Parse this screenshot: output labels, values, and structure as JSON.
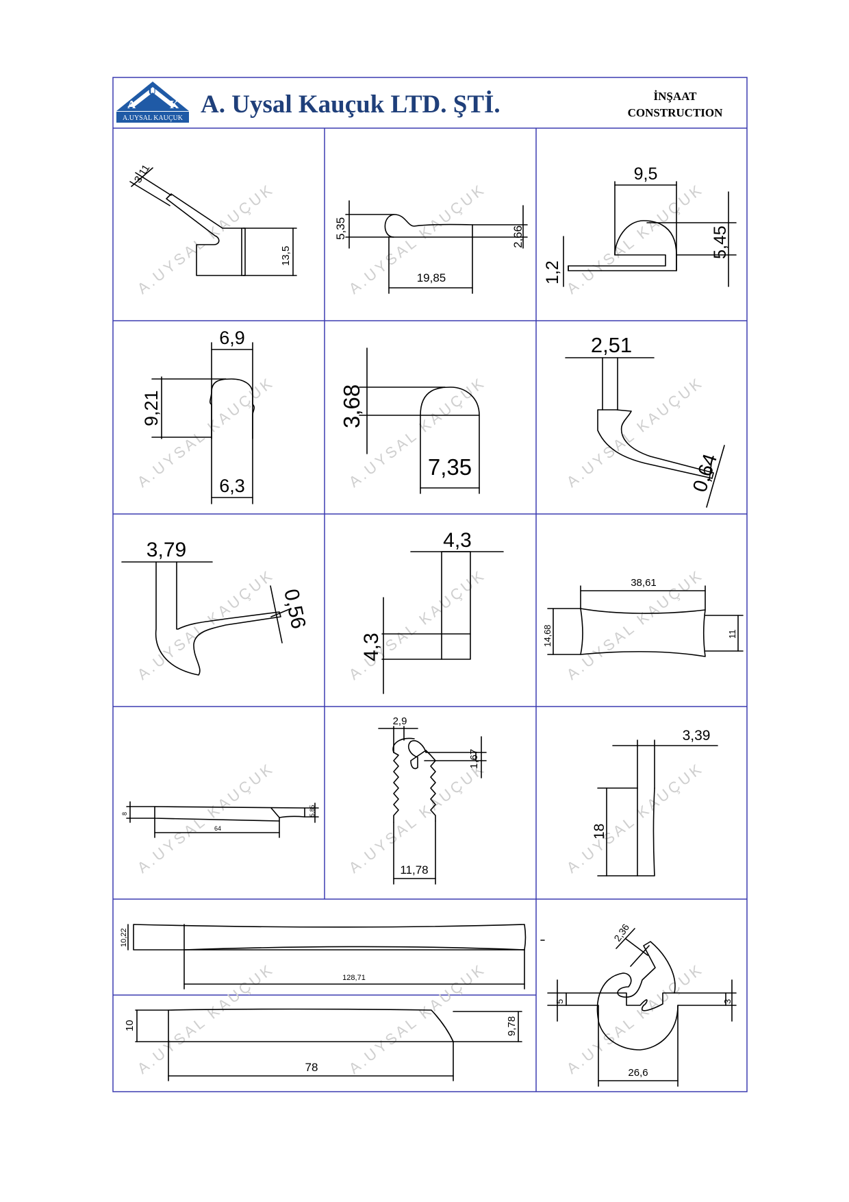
{
  "header": {
    "company": "A. Uysal Kauçuk LTD. ŞTİ.",
    "logo_letters": [
      "A",
      "U",
      "K"
    ],
    "logo_caption": "A.UYSAL KAUÇUK",
    "category_tr": "İNŞAAT",
    "category_en": "CONSTRUCTION"
  },
  "watermark": "A.UYSAL KAUÇUK",
  "colors": {
    "frame": "#3b3bb0",
    "logo_blue": "#1f5aa6",
    "watermark": "#cfcfcf"
  },
  "profiles": [
    {
      "id": "p1",
      "dims": [
        "3,11",
        "13,5"
      ]
    },
    {
      "id": "p2",
      "dims": [
        "5,35",
        "2,66",
        "19,85"
      ]
    },
    {
      "id": "p3",
      "dims": [
        "9,5",
        "5,45",
        "1,2"
      ]
    },
    {
      "id": "p4",
      "dims": [
        "6,9",
        "9,21",
        "6,3"
      ]
    },
    {
      "id": "p5",
      "dims": [
        "3,68",
        "7,35"
      ]
    },
    {
      "id": "p6",
      "dims": [
        "2,51",
        "0,64"
      ]
    },
    {
      "id": "p7",
      "dims": [
        "3,79",
        "0,56"
      ]
    },
    {
      "id": "p8",
      "dims": [
        "4,3",
        "4,3"
      ]
    },
    {
      "id": "p9",
      "dims": [
        "38,61",
        "14,68",
        "11"
      ]
    },
    {
      "id": "p10",
      "dims": [
        "8",
        "5,85",
        "64"
      ]
    },
    {
      "id": "p11",
      "dims": [
        "2,9",
        "1,67",
        "11,78"
      ]
    },
    {
      "id": "p12",
      "dims": [
        "3,39",
        "18"
      ]
    },
    {
      "id": "p13",
      "dims": [
        "10,22",
        "128,71"
      ]
    },
    {
      "id": "p14",
      "dims": [
        "10",
        "9,78",
        "78"
      ]
    },
    {
      "id": "p15",
      "dims": [
        "2,36",
        "5",
        "3",
        "26,6"
      ]
    }
  ]
}
